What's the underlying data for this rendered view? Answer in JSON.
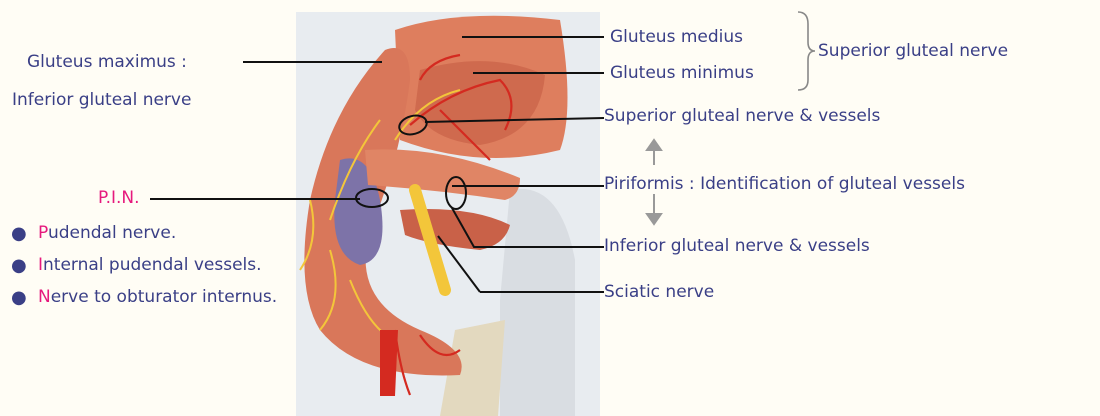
{
  "labels": {
    "gluteus_maximus": "Gluteus maximus :",
    "inferior_gluteal_nerve_left": "Inferior gluteal nerve",
    "gluteus_medius": "Gluteus medius",
    "gluteus_minimus": "Gluteus minimus",
    "superior_gluteal_nerve": "Superior gluteal nerve",
    "superior_gluteal_nerve_vessels": "Superior gluteal nerve & vessels",
    "piriformis": "Piriformis : Identification of gluteal vessels",
    "inferior_gluteal_nerve_vessels": "Inferior gluteal nerve & vessels",
    "sciatic_nerve": "Sciatic nerve",
    "pin": "P.I.N."
  },
  "pin_items": [
    {
      "first": "P",
      "rest": "udendal nerve."
    },
    {
      "first": "I",
      "rest": "nternal pudendal vessels."
    },
    {
      "first": "N",
      "rest": "erve to obturator internus."
    }
  ],
  "colors": {
    "text": "#3a3f86",
    "accent": "#e6197d",
    "muscle": "#d9775a",
    "artery": "#d42a20",
    "nerve": "#f3c63a",
    "background": "#fffdf5"
  }
}
